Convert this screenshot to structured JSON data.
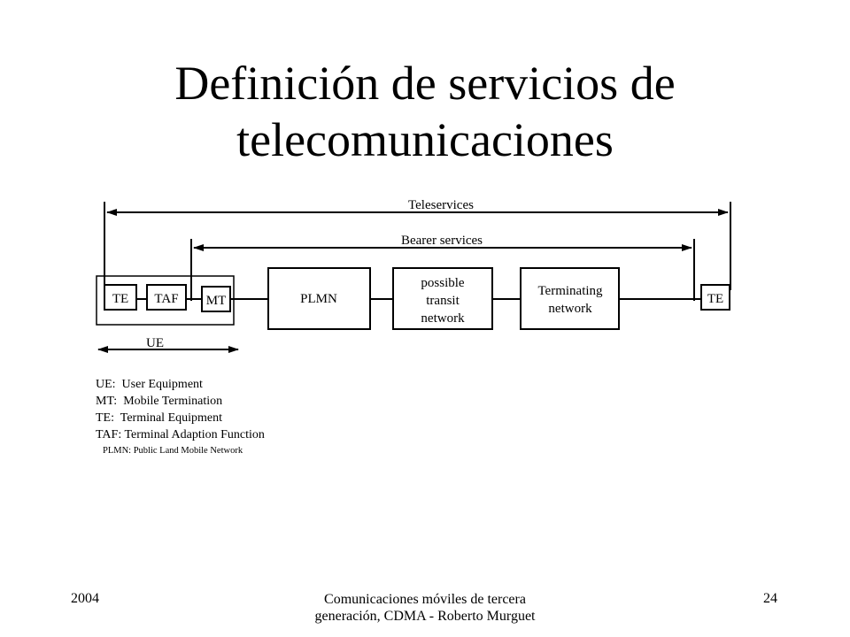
{
  "title": {
    "line1": "Definición de servicios de",
    "line2": "telecomunicaciones"
  },
  "diagram": {
    "teleservices_label": "Teleservices",
    "bearer_label": "Bearer services",
    "ue_label": "UE",
    "boxes": {
      "te_left": "TE",
      "taf": "TAF",
      "mt": "MT",
      "plmn": "PLMN",
      "transit_line1": "possible",
      "transit_line2": "transit",
      "transit_line3": "network",
      "terminating_line1": "Terminating",
      "terminating_line2": "network",
      "te_right": "TE"
    },
    "legend": [
      "UE:  User Equipment",
      "MT:  Mobile Termination",
      "TE:  Terminal Equipment",
      "TAF: Terminal Adaption Function"
    ],
    "footnote": "PLMN: Public Land Mobile Network"
  },
  "footer": {
    "year": "2004",
    "course": "Comunicaciones móviles de tercera generación, CDMA - Roberto Murguet",
    "page": "24"
  }
}
